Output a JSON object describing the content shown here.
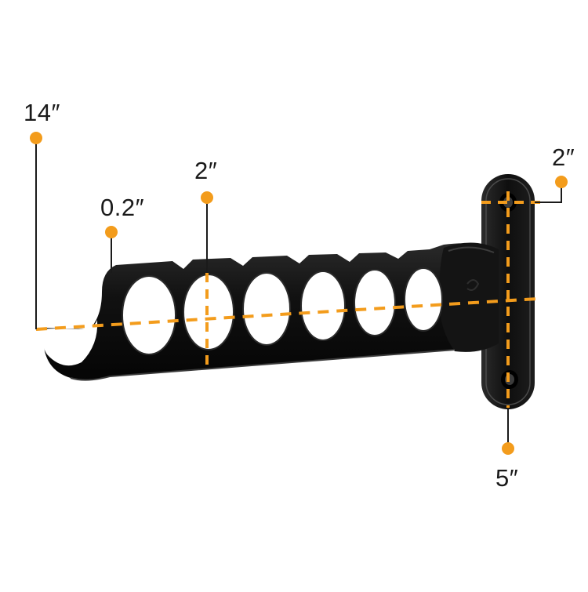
{
  "colors": {
    "accent": "#f39c1c",
    "metal": "#0e0e0e",
    "metal_highlight": "#3a3a3a",
    "background": "#ffffff"
  },
  "dimensions": {
    "length_label": "14″",
    "thickness_label": "0.2″",
    "hole_label": "2″",
    "plate_width_label": "2″",
    "plate_height_label": "5″"
  }
}
